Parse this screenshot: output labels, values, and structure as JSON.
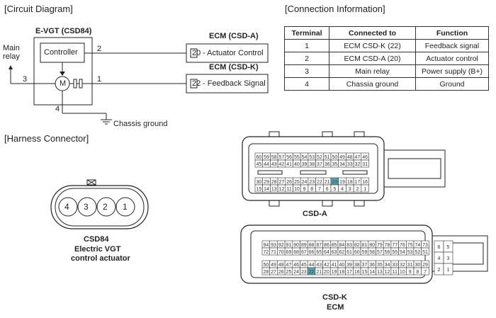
{
  "circuit": {
    "section_title": "[Circuit Diagram]",
    "device_title": "E-VGT (CSD84)",
    "controller_label": "Controller",
    "motor_label": "M",
    "main_relay_line1": "Main",
    "main_relay_line2": "relay",
    "wire_3": "3",
    "wire_2": "2",
    "wire_1": "1",
    "wire_4": "4",
    "chassis_ground": "Chassis ground",
    "ecm_a_title": "ECM (CSD-A)",
    "ecm_a_pin": "20",
    "ecm_a_text": "- Actuator Control",
    "ecm_k_title": "ECM (CSD-K)",
    "ecm_k_pin": "22",
    "ecm_k_text": "- Feedback Signal"
  },
  "connection": {
    "section_title": "[Connection Information]",
    "headers": [
      "Terminal",
      "Connected to",
      "Function"
    ],
    "rows": [
      [
        "1",
        "ECM CSD-K (22)",
        "Feedback signal"
      ],
      [
        "2",
        "ECM CSD-A (20)",
        "Actuator control"
      ],
      [
        "3",
        "Main relay",
        "Power supply (B+)"
      ],
      [
        "4",
        "Chassia ground",
        "Ground"
      ]
    ]
  },
  "harness": {
    "section_title": "[Harness Connector]",
    "csd84_pins": [
      "4",
      "3",
      "2",
      "1"
    ],
    "csd84_name": "CSD84",
    "csd84_desc_line1": "Electric VGT",
    "csd84_desc_line2": "control actuator",
    "csda_name": "CSD-A",
    "csda_rows": [
      [
        "60",
        "59",
        "58",
        "57",
        "56",
        "55",
        "54",
        "53",
        "52",
        "51",
        "50",
        "49",
        "48",
        "47",
        "46"
      ],
      [
        "45",
        "44",
        "43",
        "42",
        "41",
        "40",
        "39",
        "38",
        "37",
        "36",
        "35",
        "34",
        "33",
        "32",
        "31"
      ],
      [
        "30",
        "29",
        "28",
        "27",
        "26",
        "25",
        "24",
        "23",
        "22",
        "21",
        "20",
        "19",
        "18",
        "17",
        "16"
      ],
      [
        "15",
        "14",
        "13",
        "12",
        "11",
        "10",
        "9",
        "8",
        "7",
        "6",
        "5",
        "4",
        "3",
        "2",
        "1"
      ]
    ],
    "csda_highlight": "20",
    "csdk_name": "CSD-K",
    "csdk_sub": "ECM",
    "csdk_rows": [
      [
        "94",
        "93",
        "92",
        "91",
        "90",
        "89",
        "88",
        "87",
        "86",
        "85",
        "84",
        "83",
        "82",
        "81",
        "80",
        "79",
        "78",
        "77",
        "76",
        "75",
        "74",
        "73"
      ],
      [
        "72",
        "71",
        "70",
        "69",
        "68",
        "67",
        "66",
        "65",
        "64",
        "63",
        "62",
        "61",
        "60",
        "59",
        "58",
        "57",
        "56",
        "55",
        "54",
        "53",
        "52",
        "51"
      ],
      [
        "50",
        "49",
        "48",
        "47",
        "46",
        "45",
        "44",
        "43",
        "42",
        "41",
        "40",
        "39",
        "38",
        "37",
        "36",
        "35",
        "34",
        "33",
        "32",
        "31",
        "30",
        "29"
      ],
      [
        "28",
        "27",
        "26",
        "25",
        "24",
        "23",
        "22",
        "21",
        "20",
        "19",
        "18",
        "17",
        "16",
        "15",
        "14",
        "13",
        "12",
        "11",
        "10",
        "9",
        "8",
        "7"
      ]
    ],
    "csdk_side": [
      [
        "6",
        "5"
      ],
      [
        "4",
        "3"
      ],
      [
        "2",
        "1"
      ]
    ],
    "csdk_highlight": "22",
    "highlight_color": "#5aa7b5"
  }
}
